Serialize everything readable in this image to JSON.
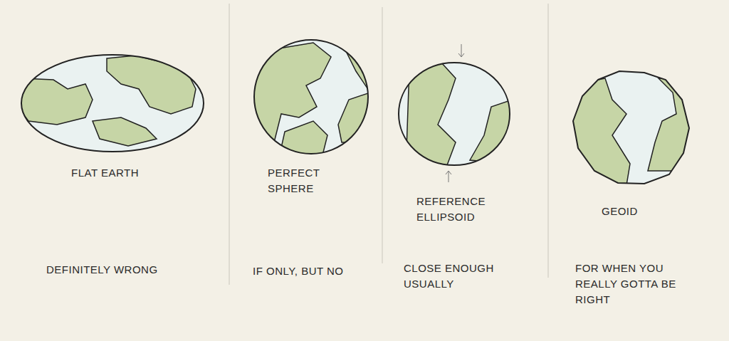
{
  "diagram": {
    "labels": [
      "FLAT EARTH",
      "PERFECT SPHERE",
      "REFERENCE ELLIPSOID",
      "GEOID",
      "DEFINITELY WRONG",
      "IF ONLY, BUT NO",
      "CLOSE ENOUGH USUALLY",
      "FOR WHEN YOU REALLY GOTTA BE RIGHT"
    ]
  }
}
